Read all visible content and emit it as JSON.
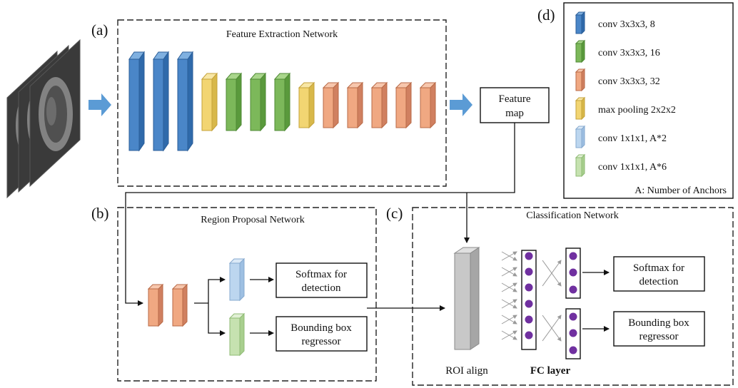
{
  "panels": {
    "a": {
      "tag": "(a)",
      "title": "Feature Extraction Network"
    },
    "b": {
      "tag": "(b)",
      "title": "Region Proposal Network"
    },
    "c": {
      "tag": "(c)",
      "title": "Classification Network"
    },
    "d": {
      "tag": "(d)"
    }
  },
  "feature_map": {
    "line1": "Feature",
    "line2": "map"
  },
  "rpn_outputs": {
    "softmax": {
      "line1": "Softmax for",
      "line2": "detection"
    },
    "bbox": {
      "line1": "Bounding box",
      "line2": "regressor"
    }
  },
  "cls_outputs": {
    "softmax": {
      "line1": "Softmax for",
      "line2": "detection"
    },
    "bbox": {
      "line1": "Bounding box",
      "line2": "regressor"
    }
  },
  "cls_labels": {
    "roi": "ROI align",
    "fc": "FC layer"
  },
  "legend": {
    "items": [
      {
        "label": "conv 3x3x3, 8",
        "color": "blue"
      },
      {
        "label": "conv 3x3x3, 16",
        "color": "green"
      },
      {
        "label": "conv 3x3x3, 32",
        "color": "orange"
      },
      {
        "label": "max pooling 2x2x2",
        "color": "yellow"
      },
      {
        "label": "conv 1x1x1, A*2",
        "color": "lightblue"
      },
      {
        "label": "conv 1x1x1, A*6",
        "color": "lightgreen"
      }
    ],
    "note": "A: Number of Anchors"
  },
  "colors": {
    "blue": {
      "front": "#4a86c8",
      "side": "#2f6aab",
      "top": "#7fb0e0",
      "stroke": "#2b5e98"
    },
    "green": {
      "front": "#7cb85a",
      "side": "#5a9a3c",
      "top": "#a9d68b",
      "stroke": "#4f8a35"
    },
    "orange": {
      "front": "#f0a882",
      "side": "#d08060",
      "top": "#f7c7ad",
      "stroke": "#b96a47"
    },
    "yellow": {
      "front": "#f2d572",
      "side": "#d8b84a",
      "top": "#f8e7a6",
      "stroke": "#c4a23a"
    },
    "lightblue": {
      "front": "#bcd6ef",
      "side": "#9dbfe2",
      "top": "#dbe9f7",
      "stroke": "#86a9cf"
    },
    "lightgreen": {
      "front": "#c6e2b0",
      "side": "#a8cf8e",
      "top": "#e1f0d5",
      "stroke": "#8fbb74"
    },
    "gray": {
      "front": "#c8c8c8",
      "side": "#a6a6a6",
      "top": "#e0e0e0",
      "stroke": "#8a8a8a"
    },
    "arrow_blue": "#5b9bd5",
    "neuron": "#7030a0"
  }
}
